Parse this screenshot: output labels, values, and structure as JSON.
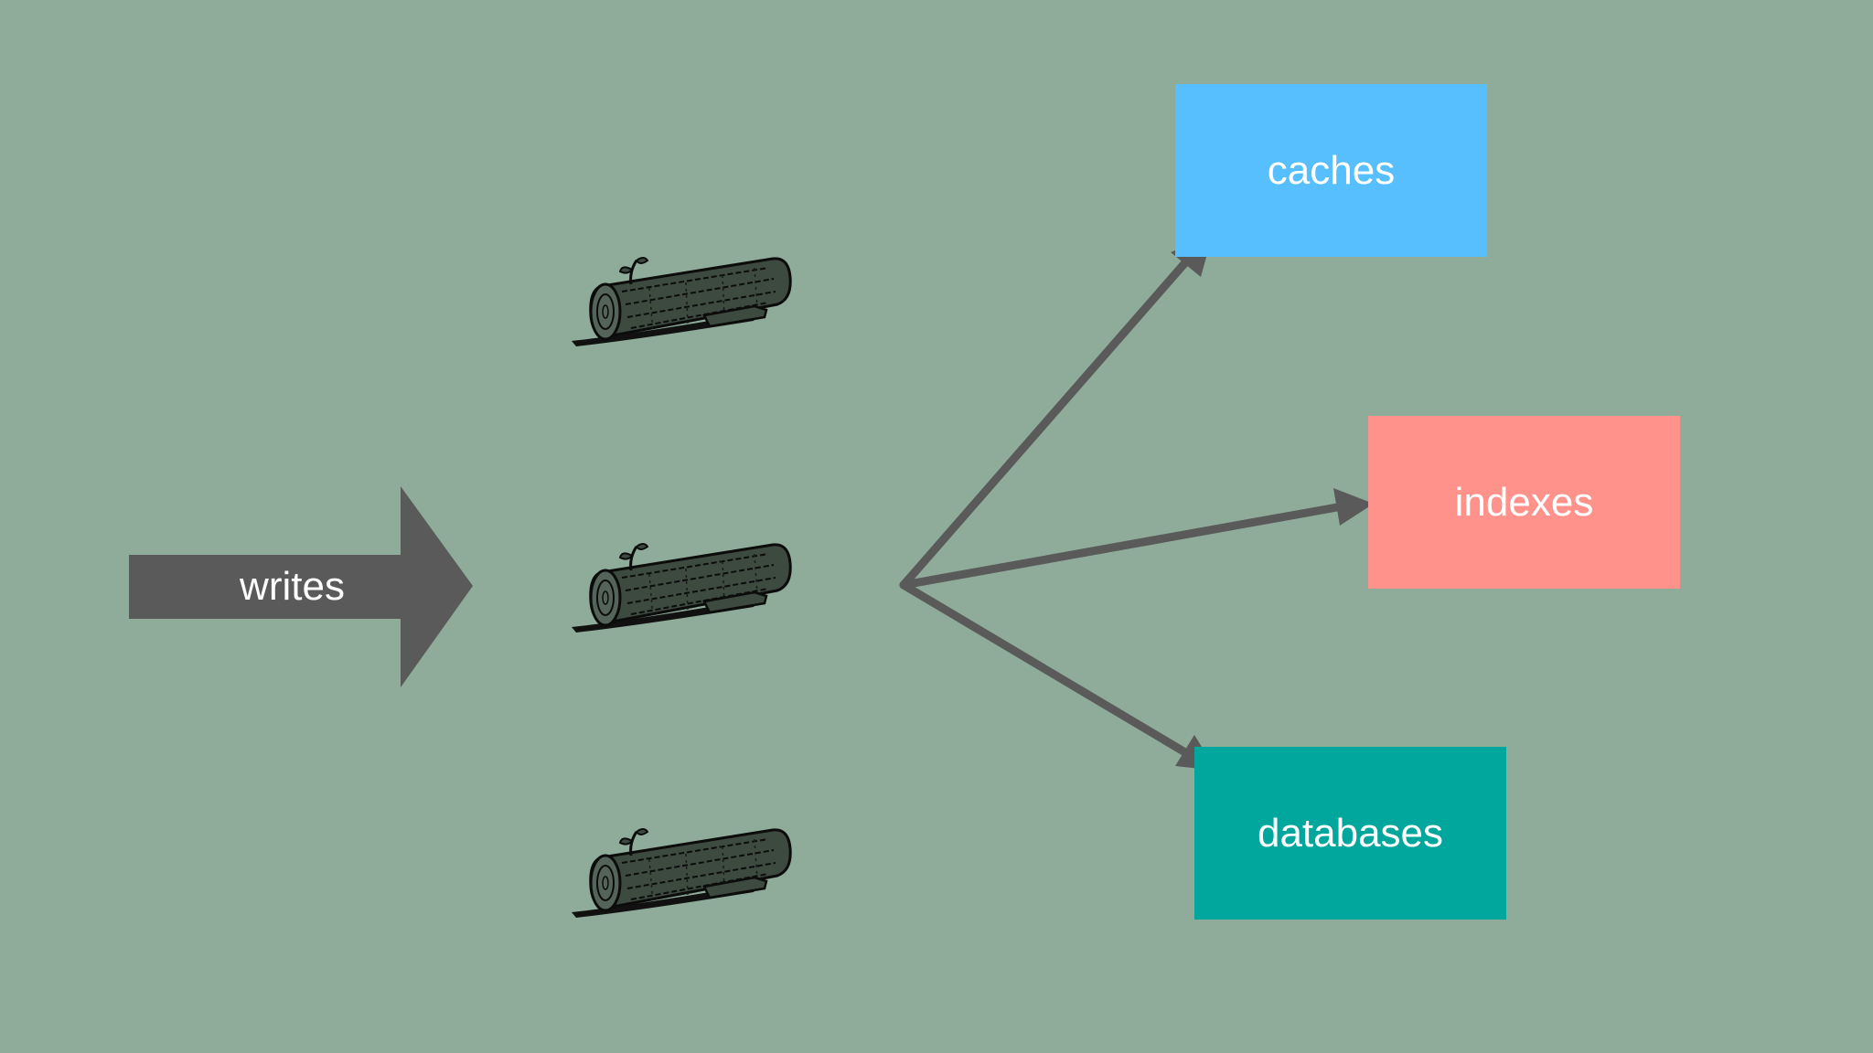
{
  "slide": {
    "background": "#8fac9b",
    "input": {
      "label": "writes",
      "color": "#5a5a5a"
    },
    "logs": [
      {
        "icon": "log-icon"
      },
      {
        "icon": "log-icon"
      },
      {
        "icon": "log-icon"
      }
    ],
    "arrow_color": "#5a5a5a",
    "targets": {
      "caches": {
        "label": "caches",
        "color": "#58bffe"
      },
      "indexes": {
        "label": "indexes",
        "color": "#ff928a"
      },
      "databases": {
        "label": "databases",
        "color": "#01a69c"
      }
    }
  }
}
